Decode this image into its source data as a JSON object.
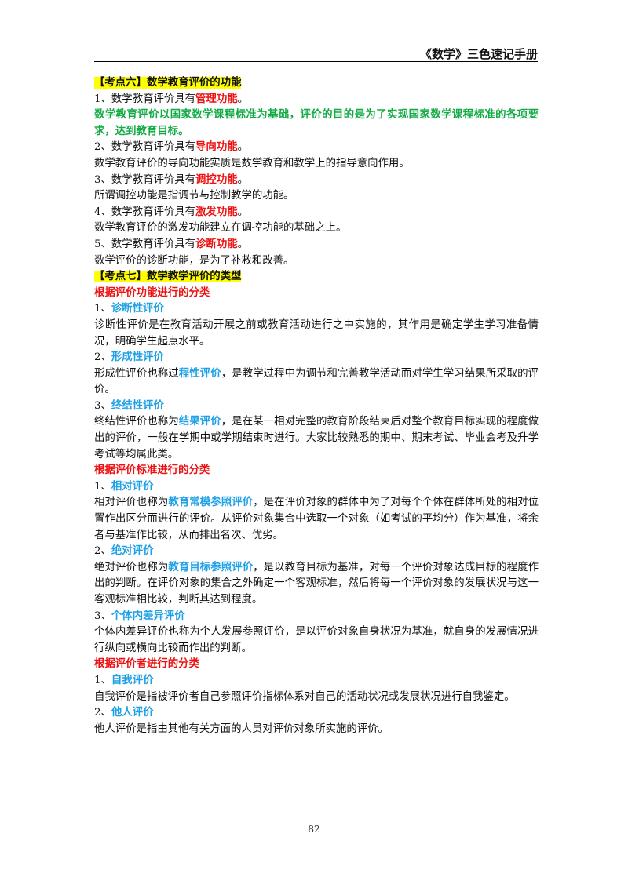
{
  "header": {
    "title": "《数学》三色速记手册"
  },
  "section6": {
    "heading": "【考点六】数学教育评价的功能",
    "f1_prefix": "1、数学教育评价具有",
    "f1_key": "管理功能",
    "f1_suffix": "。",
    "f1_green": "数学教育评价以国家数学课程标准为基础，评价的目的是为了实现国家数学课程标准的各项要求，达到教育目标。",
    "f2_prefix": "2、数学教育评价具有",
    "f2_key": "导向功能",
    "f2_suffix": "。",
    "f2_desc": "数学教育评价的导向功能实质是数学教育和教学上的指导意向作用。",
    "f3_prefix": "3、数学教育评价具有",
    "f3_key": "调控功能",
    "f3_suffix": "。",
    "f3_desc": "所谓调控功能是指调节与控制教学的功能。",
    "f4_prefix": "4、数学教育评价具有",
    "f4_key": "激发功能",
    "f4_suffix": "。",
    "f4_desc": "数学教育评价的激发功能建立在调控功能的基础之上。",
    "f5_prefix": "5、数学教育评价具有",
    "f5_key": "诊断功能",
    "f5_suffix": "。",
    "f5_desc": "数学评价的诊断功能，是为了补救和改善。"
  },
  "section7": {
    "heading": "【考点七】数学教学评价的类型",
    "group1_title": "根据评价功能进行的分类",
    "t1_num": "1、",
    "t1_name": "诊断性评价",
    "t1_desc": "诊断性评价是在教育活动开展之前或教育活动进行之中实施的，其作用是确定学生学习准备情况，明确学生起点水平。",
    "t2_num": "2、",
    "t2_name": "形成性评价",
    "t2_desc_a": "形成性评价也称过",
    "t2_key": "程性评价",
    "t2_desc_b": "，是教学过程中为调节和完善教学活动而对学生学习结果所采取的评价。",
    "t3_num": "3、",
    "t3_name": "终结性评价",
    "t3_desc_a": "终结性评价也称为",
    "t3_key": "结果评价",
    "t3_desc_b": "，是在某一相对完整的教育阶段结束后对整个教育目标实现的程度做出的评价，一般在学期中或学期结束时进行。大家比较熟悉的期中、期末考试、毕业会考及升学考试等均属此类。",
    "group2_title": "根据评价标准进行的分类",
    "s1_num": "1、",
    "s1_name": "相对评价",
    "s1_desc_a": "相对评价也称为",
    "s1_key": "教育常模参照评价",
    "s1_desc_b": "，是在评价对象的群体中为了对每个个体在群体所处的相对位置作出区分而进行的评价。从评价对象集合中选取一个对象（如考试的平均分）作为基准，将余者与基准作比较，从而排出名次、优劣。",
    "s2_num": "2、",
    "s2_name": "绝对评价",
    "s2_desc_a": "绝对评价也称为",
    "s2_key": "教育目标参照评价",
    "s2_desc_b": "，是以教育目标为基准，对每一个评价对象达成目标的程度作出的判断。在评价对象的集合之外确定一个客观标准，然后将每一个评价对象的发展状况与这一客观标准相比较，判断其达到程度。",
    "s3_num": "3、",
    "s3_name": "个体内差异评价",
    "s3_desc": "个体内差异评价也称为个人发展参照评价，是以评价对象自身状况为基准，就自身的发展情况进行纵向或横向比较而作出的判断。",
    "group3_title": "根据评价者进行的分类",
    "e1_num": "1、",
    "e1_name": "自我评价",
    "e1_desc": "自我评价是指被评价者自己参照评价指标体系对自己的活动状况或发展状况进行自我鉴定。",
    "e2_num": "2、",
    "e2_name": "他人评价",
    "e2_desc": "他人评价是指由其他有关方面的人员对评价对象所实施的评价。"
  },
  "footer": {
    "page_number": "82"
  }
}
